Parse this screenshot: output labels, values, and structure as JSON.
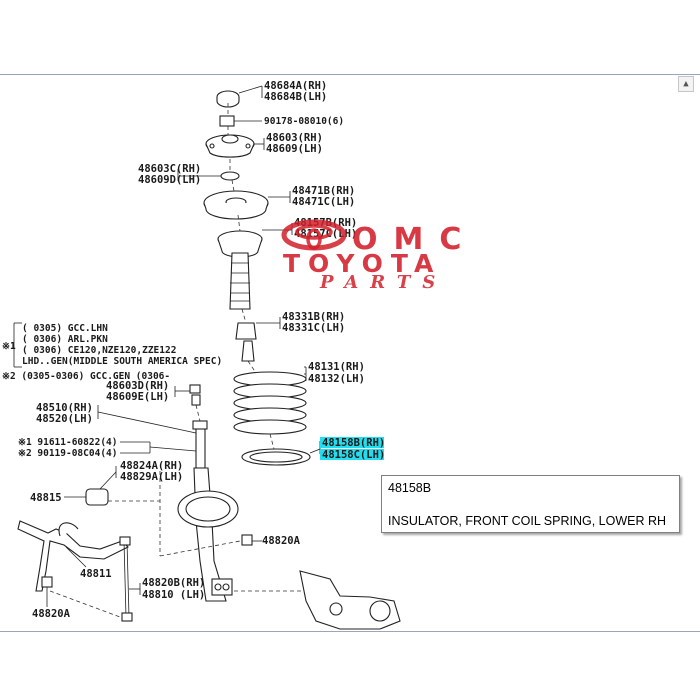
{
  "diagram": {
    "labels": {
      "l48684a": "48684A(RH)",
      "l48684b": "48684B(LH)",
      "l90178": "90178-08010(6)",
      "l48603": "48603(RH)",
      "l48609": "48609(LH)",
      "l48603c": "48603C(RH)",
      "l48609d": "48609D(LH)",
      "l48471b": "48471B(RH)",
      "l48471c": "48471C(LH)",
      "l48157b": "48157B(RH)",
      "l48157c": "48157C(LH)",
      "l48331b": "48331B(RH)",
      "l48331c": "48331C(LH)",
      "l48131": "48131(RH)",
      "l48132": "48132(LH)",
      "l48158b": "48158B(RH)",
      "l48158c": "48158C(LH)",
      "l48603d": "48603D(RH)",
      "l48609e": "48609E(LH)",
      "l48510": "48510(RH)",
      "l48520": "48520(LH)",
      "l91611": "※1 91611-60822(4)",
      "l90119": "※2 90119-08C04(4)",
      "l48824a": "48824A(RH)",
      "l48829a": "48829A(LH)",
      "l48815": "48815",
      "l48811": "48811",
      "l48820a_r": "48820A",
      "l48820b": "48820B(RH)",
      "l48810": "48810 (LH)",
      "l48820a_l": "48820A"
    },
    "notes": {
      "n1": "(      0305) GCC.LHN",
      "n2": "(      0306) ARL.PKN",
      "n3": "(      0306) CE120,NZE120,ZZE122",
      "n4": "LHD..GEN(MIDDLE SOUTH AMERICA SPEC)",
      "n5": "※2 (0305-0306) GCC.GEN (0306-",
      "mark1": "※1"
    }
  },
  "watermark": {
    "line1": "OMC",
    "line2": "TOYOTA",
    "line3": "PARTS"
  },
  "tooltip": {
    "part_number": "48158B",
    "description": "INSULATOR, FRONT COIL SPRING, LOWER RH"
  },
  "colors": {
    "highlight": "#22ddee",
    "brand_red": "#d11f2a"
  }
}
